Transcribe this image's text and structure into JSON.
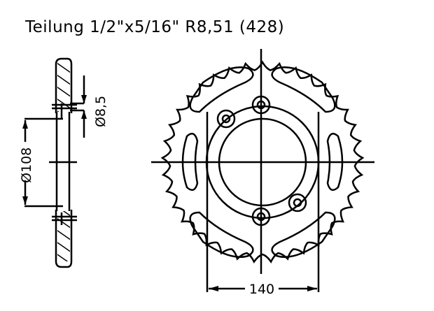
{
  "title": "Teilung 1/2\"x5/16\" R8,51 (428)",
  "dimensions": {
    "hole_diameter": "Ø8,5",
    "bolt_circle_diameter": "Ø108",
    "center_bore": "140"
  },
  "colors": {
    "line": "#000000",
    "background": "#ffffff"
  }
}
